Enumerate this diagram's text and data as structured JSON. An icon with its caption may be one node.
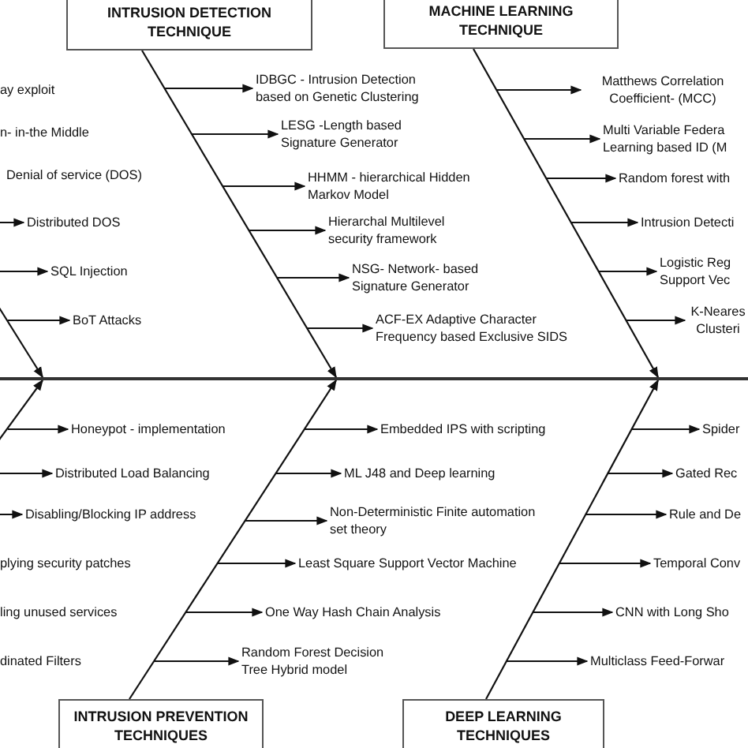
{
  "diagram": {
    "nodes": [
      {
        "text": [
          "INTRUSION DETECTION TECHNIQUE"
        ]
      },
      {
        "text": [
          "MACHINE LEARNING TECHNIQUE"
        ]
      },
      {
        "text": [
          "ay exploit"
        ]
      },
      {
        "text": [
          "n- in-the Middle"
        ]
      },
      {
        "text": [
          "Denial of service (DOS)"
        ]
      },
      {
        "text": [
          "Distributed DOS"
        ]
      },
      {
        "text": [
          "SQL Injection"
        ]
      },
      {
        "text": [
          "BoT Attacks"
        ]
      },
      {
        "text": [
          "IDBGC - Intrusion Detection based on Genetic Clustering"
        ]
      },
      {
        "text": [
          "LESG -Length based Signature Generator"
        ]
      },
      {
        "text": [
          "HHMM - hierarchical Hidden Markov Model"
        ]
      },
      {
        "text": [
          "Hierarchal Multilevel security framework"
        ]
      },
      {
        "text": [
          "NSG- Network- based Signature Generator"
        ]
      },
      {
        "text": [
          "ACF-EX Adaptive Character Frequency based Exclusive SIDS"
        ]
      },
      {
        "text": [
          "Matthews Correlation Coefficient- (MCC)"
        ]
      },
      {
        "text": [
          "Multi Variable Federa Learning based ID (M"
        ]
      },
      {
        "text": [
          "Random forest with"
        ]
      },
      {
        "text": [
          "Intrusion Detecti"
        ]
      },
      {
        "text": [
          "Logistic Reg Support Vec"
        ]
      },
      {
        "text": [
          "K-Neares Clusteri"
        ]
      },
      {
        "text": [
          "Honeypot - implementation"
        ]
      },
      {
        "text": [
          "Distributed Load Balancing"
        ]
      },
      {
        "text": [
          "Disabling/Blocking IP address"
        ]
      },
      {
        "text": [
          "plying security patches"
        ]
      },
      {
        "text": [
          "ling unused services"
        ]
      },
      {
        "text": [
          "dinated Filters"
        ]
      },
      {
        "text": [
          "Embedded IPS with scripting"
        ]
      },
      {
        "text": [
          "ML J48 and Deep learning"
        ]
      },
      {
        "text": [
          "Non-Deterministic Finite automation set theory"
        ]
      },
      {
        "text": [
          "Least Square Support Vector Machine"
        ]
      },
      {
        "text": [
          "One Way Hash Chain Analysis"
        ]
      },
      {
        "text": [
          "Random Forest Decision Tree Hybrid model"
        ]
      },
      {
        "text": [
          "Spider"
        ]
      },
      {
        "text": [
          "Gated Rec"
        ]
      },
      {
        "text": [
          "Rule and De"
        ]
      },
      {
        "text": [
          "Temporal Conv"
        ]
      },
      {
        "text": [
          "CNN with Long Sho"
        ]
      },
      {
        "text": [
          "Multiclass Feed-Forwar"
        ]
      },
      {
        "text": [
          "INTRUSION PREVENTION TECHNIQUES"
        ]
      },
      {
        "text": [
          "DEEP LEARNING TECHNIQUES"
        ]
      },
      {
        "text": [],
        "shape": "bar"
      }
    ],
    "edges": [
      {
        "from": 0,
        "to": 40,
        "arrow": "to"
      },
      {
        "from": 1,
        "to": 40,
        "arrow": "to"
      },
      {
        "from": 38,
        "to": 40,
        "arrow": "to"
      },
      {
        "from": 39,
        "to": 40,
        "arrow": "to"
      },
      {
        "from": null,
        "to": 5,
        "arrow": "to"
      },
      {
        "from": null,
        "to": 6,
        "arrow": "to"
      },
      {
        "from": null,
        "to": 7,
        "arrow": "to"
      },
      {
        "from": null,
        "to": 8,
        "arrow": "to"
      },
      {
        "from": null,
        "to": 9,
        "arrow": "to"
      },
      {
        "from": null,
        "to": 10,
        "arrow": "to"
      },
      {
        "from": null,
        "to": 11,
        "arrow": "to"
      },
      {
        "from": null,
        "to": 12,
        "arrow": "to"
      },
      {
        "from": null,
        "to": 13,
        "arrow": "to"
      },
      {
        "from": null,
        "to": 14,
        "arrow": "to"
      },
      {
        "from": null,
        "to": 15,
        "arrow": "to"
      },
      {
        "from": null,
        "to": 16,
        "arrow": "to"
      },
      {
        "from": null,
        "to": 17,
        "arrow": "to"
      },
      {
        "from": null,
        "to": 18,
        "arrow": "to"
      },
      {
        "from": null,
        "to": 19,
        "arrow": "to"
      },
      {
        "from": null,
        "to": 20,
        "arrow": "to"
      },
      {
        "from": null,
        "to": 21,
        "arrow": "to"
      },
      {
        "from": null,
        "to": 22,
        "arrow": "to"
      },
      {
        "from": null,
        "to": 26,
        "arrow": "to"
      },
      {
        "from": null,
        "to": 27,
        "arrow": "to"
      },
      {
        "from": null,
        "to": 28,
        "arrow": "to"
      },
      {
        "from": null,
        "to": 29,
        "arrow": "to"
      },
      {
        "from": null,
        "to": 30,
        "arrow": "to"
      },
      {
        "from": null,
        "to": 31,
        "arrow": "to"
      },
      {
        "from": null,
        "to": 32,
        "arrow": "to"
      },
      {
        "from": null,
        "to": 33,
        "arrow": "to"
      },
      {
        "from": null,
        "to": 34,
        "arrow": "to"
      },
      {
        "from": null,
        "to": 35,
        "arrow": "to"
      },
      {
        "from": null,
        "to": 36,
        "arrow": "to"
      },
      {
        "from": null,
        "to": 37,
        "arrow": "to"
      },
      {
        "from": null,
        "to": 40,
        "arrow": "to"
      },
      {
        "from": null,
        "to": 40,
        "arrow": "to"
      }
    ]
  }
}
